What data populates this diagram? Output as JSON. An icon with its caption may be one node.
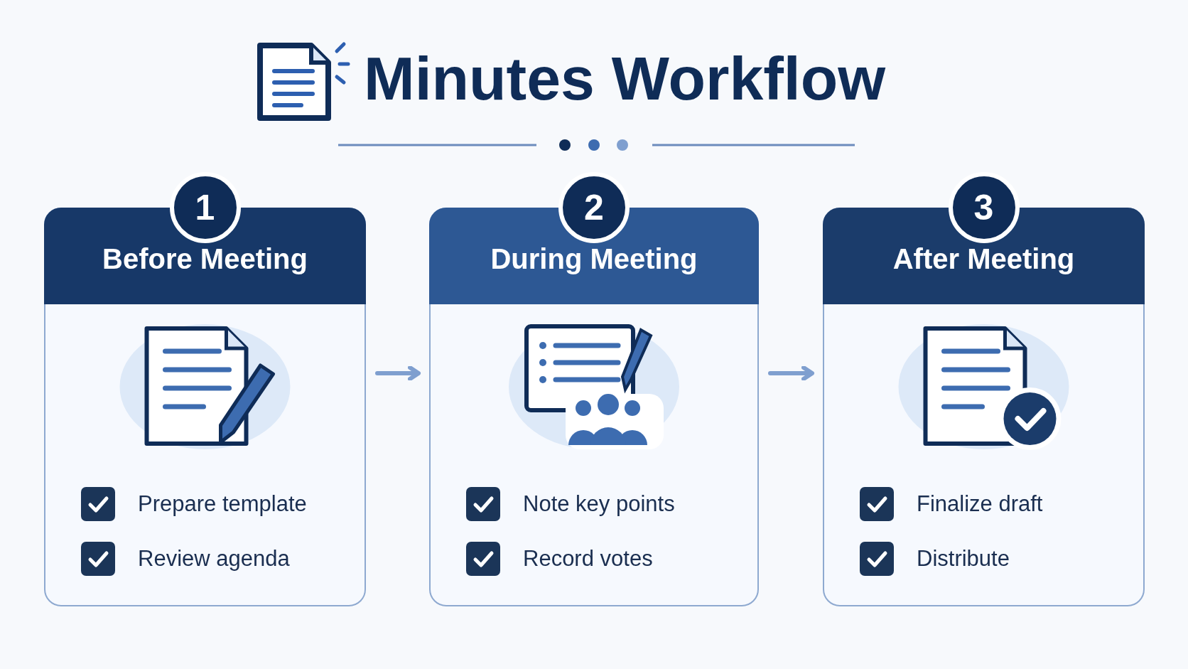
{
  "diagram": {
    "title": "Minutes Workflow",
    "nodes": [
      {
        "text": [
          "1",
          "Before Meeting"
        ]
      },
      {
        "text": [
          "2",
          "During Meeting"
        ]
      },
      {
        "text": [
          "3",
          "After Meeting"
        ]
      }
    ],
    "edges": [
      {
        "from": 0,
        "to": 1,
        "arrow": "to"
      },
      {
        "from": 1,
        "to": 2,
        "arrow": "to"
      }
    ],
    "labels": [
      "Prepare template",
      "Review agenda",
      "Note key points",
      "Record votes",
      "Finalize draft",
      "Distribute"
    ]
  }
}
